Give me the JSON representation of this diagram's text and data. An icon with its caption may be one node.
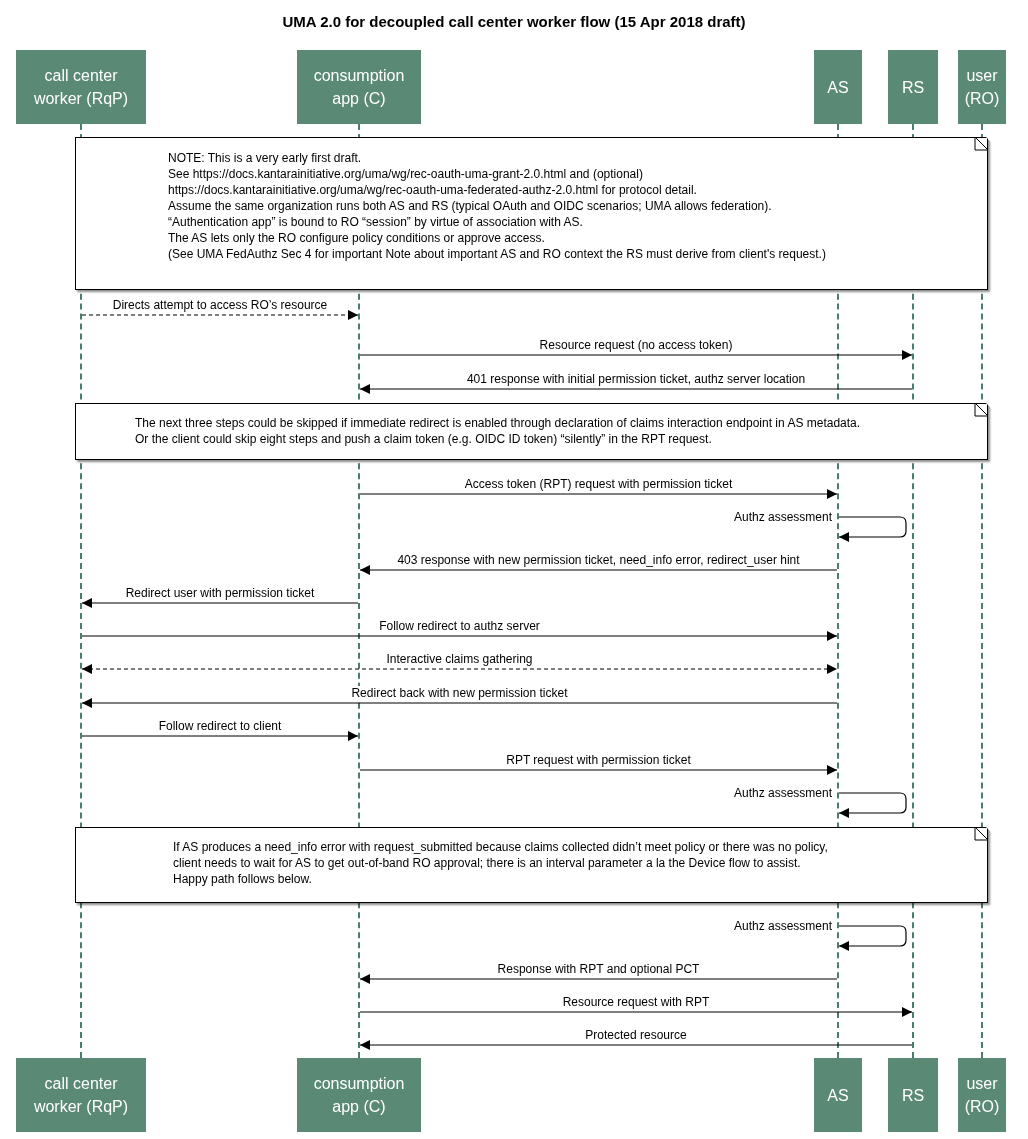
{
  "diagram": {
    "title": "UMA 2.0 for decoupled call center worker flow (15 Apr 2018 draft)",
    "nodes": [
      {
        "text": [
          "call center worker (RqP)"
        ]
      },
      {
        "text": [
          "consumption app (C)"
        ]
      },
      {
        "text": [
          "AS"
        ]
      },
      {
        "text": [
          "RS"
        ]
      },
      {
        "text": [
          "user (RO)"
        ]
      },
      {
        "text": [
          "call center worker (RqP)"
        ]
      },
      {
        "text": [
          "consumption app (C)"
        ]
      },
      {
        "text": [
          "AS"
        ]
      },
      {
        "text": [
          "RS"
        ]
      },
      {
        "text": [
          "user (RO)"
        ]
      },
      {
        "text": [],
        "shape": "line"
      },
      {
        "text": [],
        "shape": "line"
      },
      {
        "text": [],
        "shape": "line"
      },
      {
        "text": [],
        "shape": "line"
      },
      {
        "text": [],
        "shape": "line"
      },
      {
        "text": [
          "NOTE: This is a very early first draft.",
          "See https://docs.kantarainitiative.org/uma/wg/rec-oauth-uma-grant-2.0.html and (optional)",
          "https://docs.kantarainitiative.org/uma/wg/rec-oauth-uma-federated-authz-2.0.html for protocol detail.",
          "Assume the same organization runs both AS and RS (typical OAuth and OIDC scenarios; UMA allows federation).",
          "“Authentication app” is bound to RO “session” by virtue of association with AS.",
          "The AS lets only the RO configure policy conditions or approve access.",
          "(See UMA FedAuthz Sec 4 for important Note about important AS and RO context the RS must derive from client's request.)"
        ]
      },
      {
        "text": [
          "The next three steps could be skipped if immediate redirect is enabled through declaration of claims interaction endpoint in AS metadata.",
          "Or the client could skip eight steps and push a claim token (e.g. OIDC ID token) “silently” in the RPT request."
        ]
      },
      {
        "text": [
          "If AS produces a need_info error with request_submitted because claims collected didn’t meet policy or there was no policy,",
          "client needs to wait for AS to get out-of-band RO approval; there is an interval parameter a la the Device flow to assist.",
          "Happy path follows below."
        ]
      }
    ],
    "edges": [
      {
        "from": 10,
        "to": 11,
        "arrow": "to",
        "style": "dashed",
        "label": "Directs attempt to access RO’s resource"
      },
      {
        "from": 11,
        "to": 13,
        "arrow": "to",
        "label": "Resource request (no access token)"
      },
      {
        "from": 13,
        "to": 11,
        "arrow": "to",
        "label": "401 response with initial permission ticket, authz server location"
      },
      {
        "from": 11,
        "to": 12,
        "arrow": "to",
        "label": "Access token (RPT) request with permission ticket"
      },
      {
        "from": 12,
        "to": 12,
        "arrow": "to",
        "label": "Authz assessment"
      },
      {
        "from": 12,
        "to": 11,
        "arrow": "to",
        "label": "403 response with new permission ticket, need_info error, redirect_user hint"
      },
      {
        "from": 11,
        "to": 10,
        "arrow": "to",
        "label": "Redirect user with permission ticket"
      },
      {
        "from": 10,
        "to": 12,
        "arrow": "to",
        "label": "Follow redirect to authz server"
      },
      {
        "from": 10,
        "to": 12,
        "arrow": "both",
        "style": "dashed",
        "label": "Interactive claims gathering"
      },
      {
        "from": 12,
        "to": 10,
        "arrow": "to",
        "label": "Redirect back with new permission ticket"
      },
      {
        "from": 10,
        "to": 11,
        "arrow": "to",
        "label": "Follow redirect to client"
      },
      {
        "from": 11,
        "to": 12,
        "arrow": "to",
        "label": "RPT request with permission ticket"
      },
      {
        "from": 12,
        "to": 12,
        "arrow": "to",
        "label": "Authz assessment"
      },
      {
        "from": 12,
        "to": 12,
        "arrow": "to",
        "label": "Authz assessment"
      },
      {
        "from": 12,
        "to": 11,
        "arrow": "to",
        "label": "Response with RPT and optional PCT"
      },
      {
        "from": 11,
        "to": 13,
        "arrow": "to",
        "label": "Resource request with RPT"
      },
      {
        "from": 13,
        "to": 11,
        "arrow": "to",
        "label": "Protected resource"
      }
    ]
  }
}
